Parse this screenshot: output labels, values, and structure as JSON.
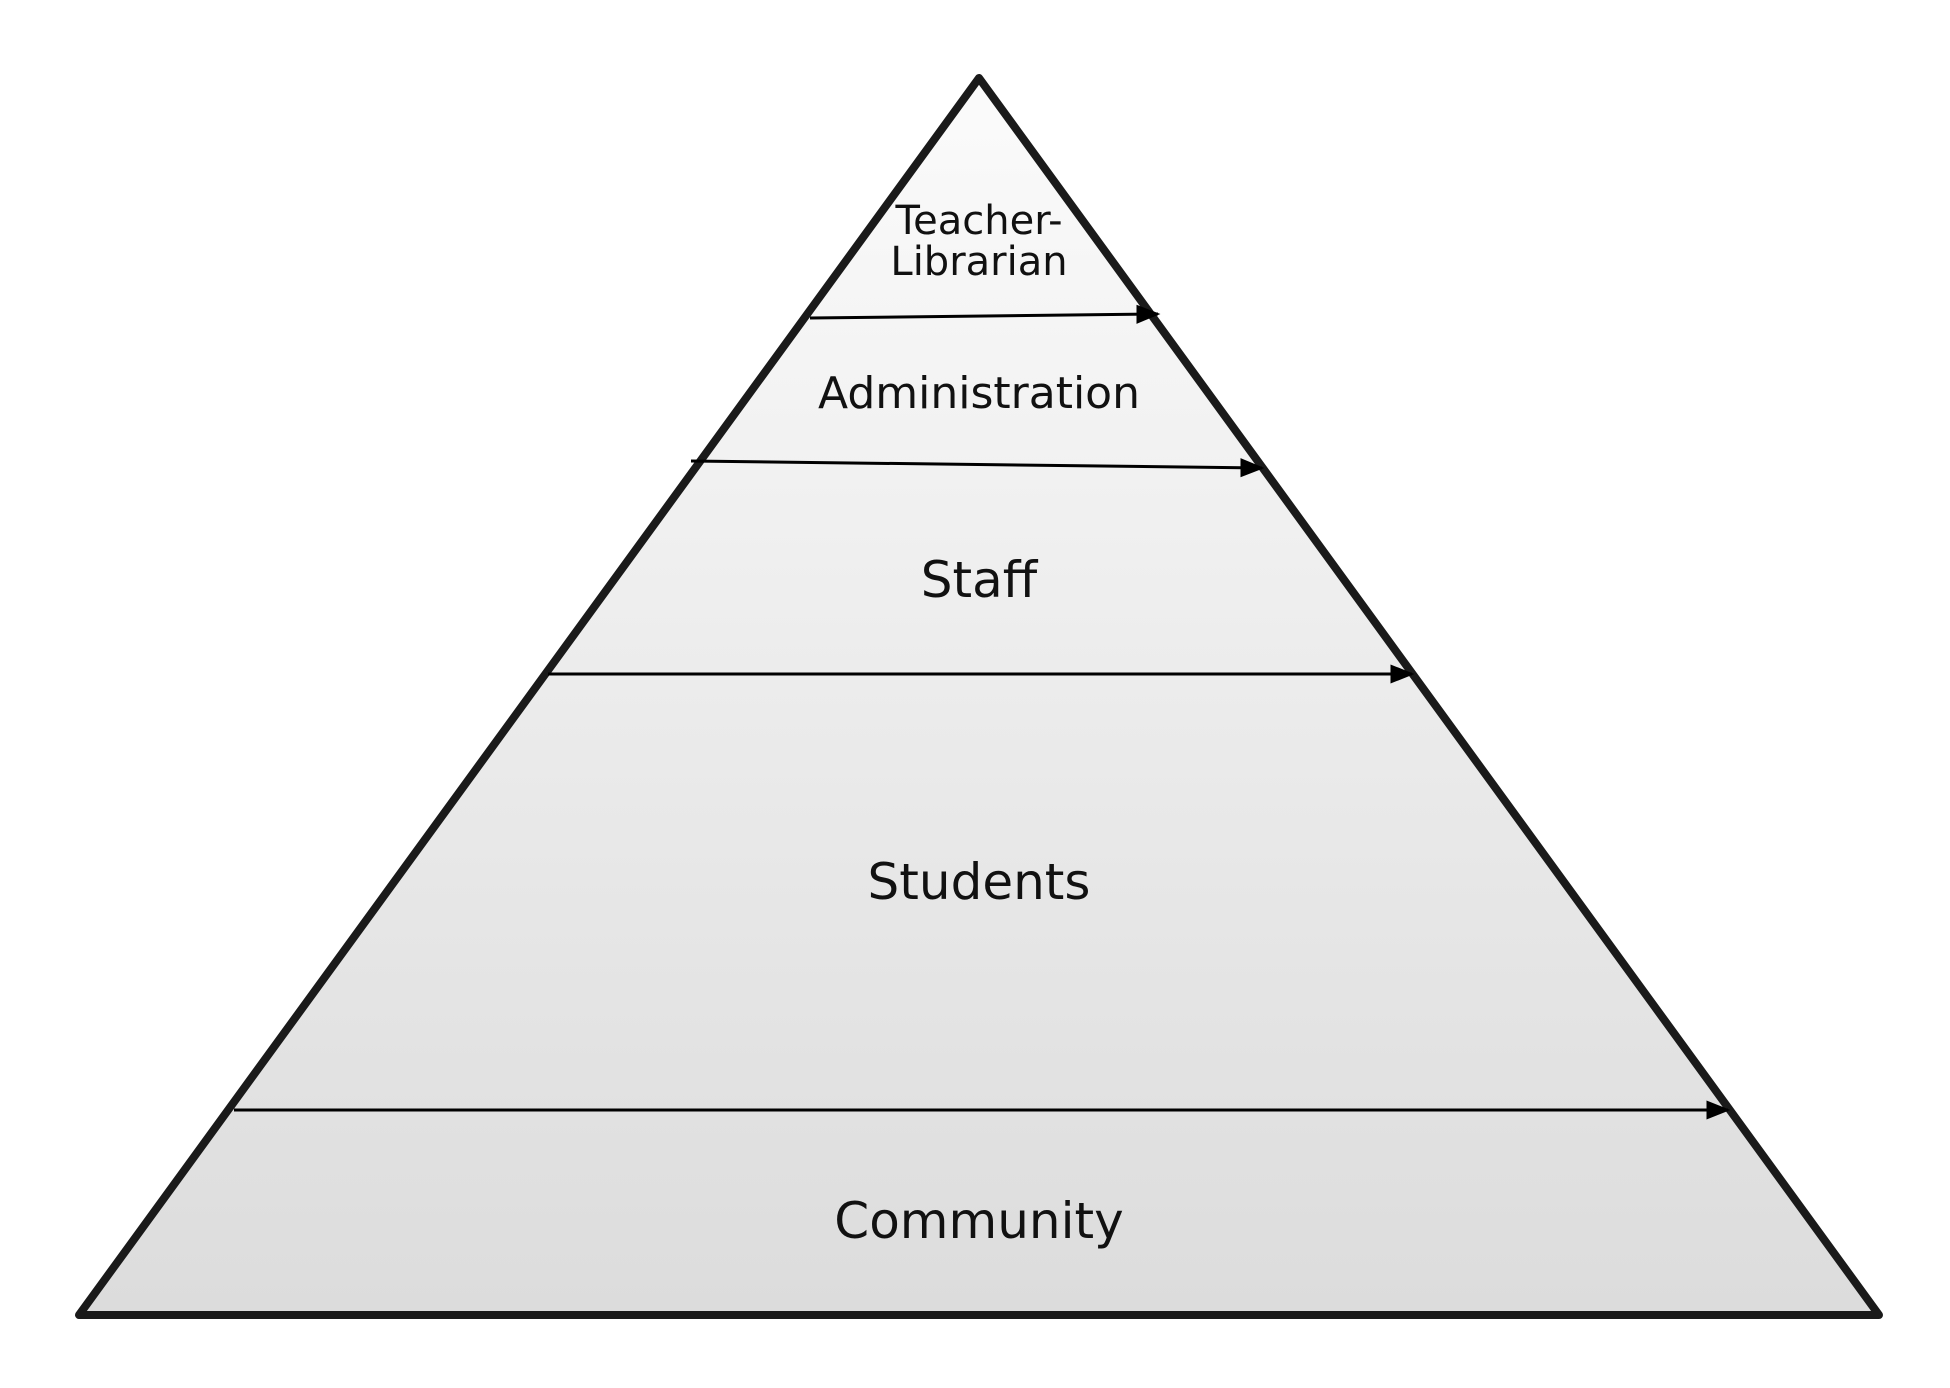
{
  "diagram": {
    "type": "pyramid",
    "levels": [
      {
        "label_line1": "Teacher-",
        "label_line2": "Librarian"
      },
      {
        "label": "Administration"
      },
      {
        "label": "Staff"
      },
      {
        "label": "Students"
      },
      {
        "label": "Community"
      }
    ],
    "colors": {
      "outline": "#1a1a1a",
      "fill_top": "#fbfbfb",
      "fill_bottom": "#dcdcdc",
      "arrow": "#000000"
    }
  }
}
